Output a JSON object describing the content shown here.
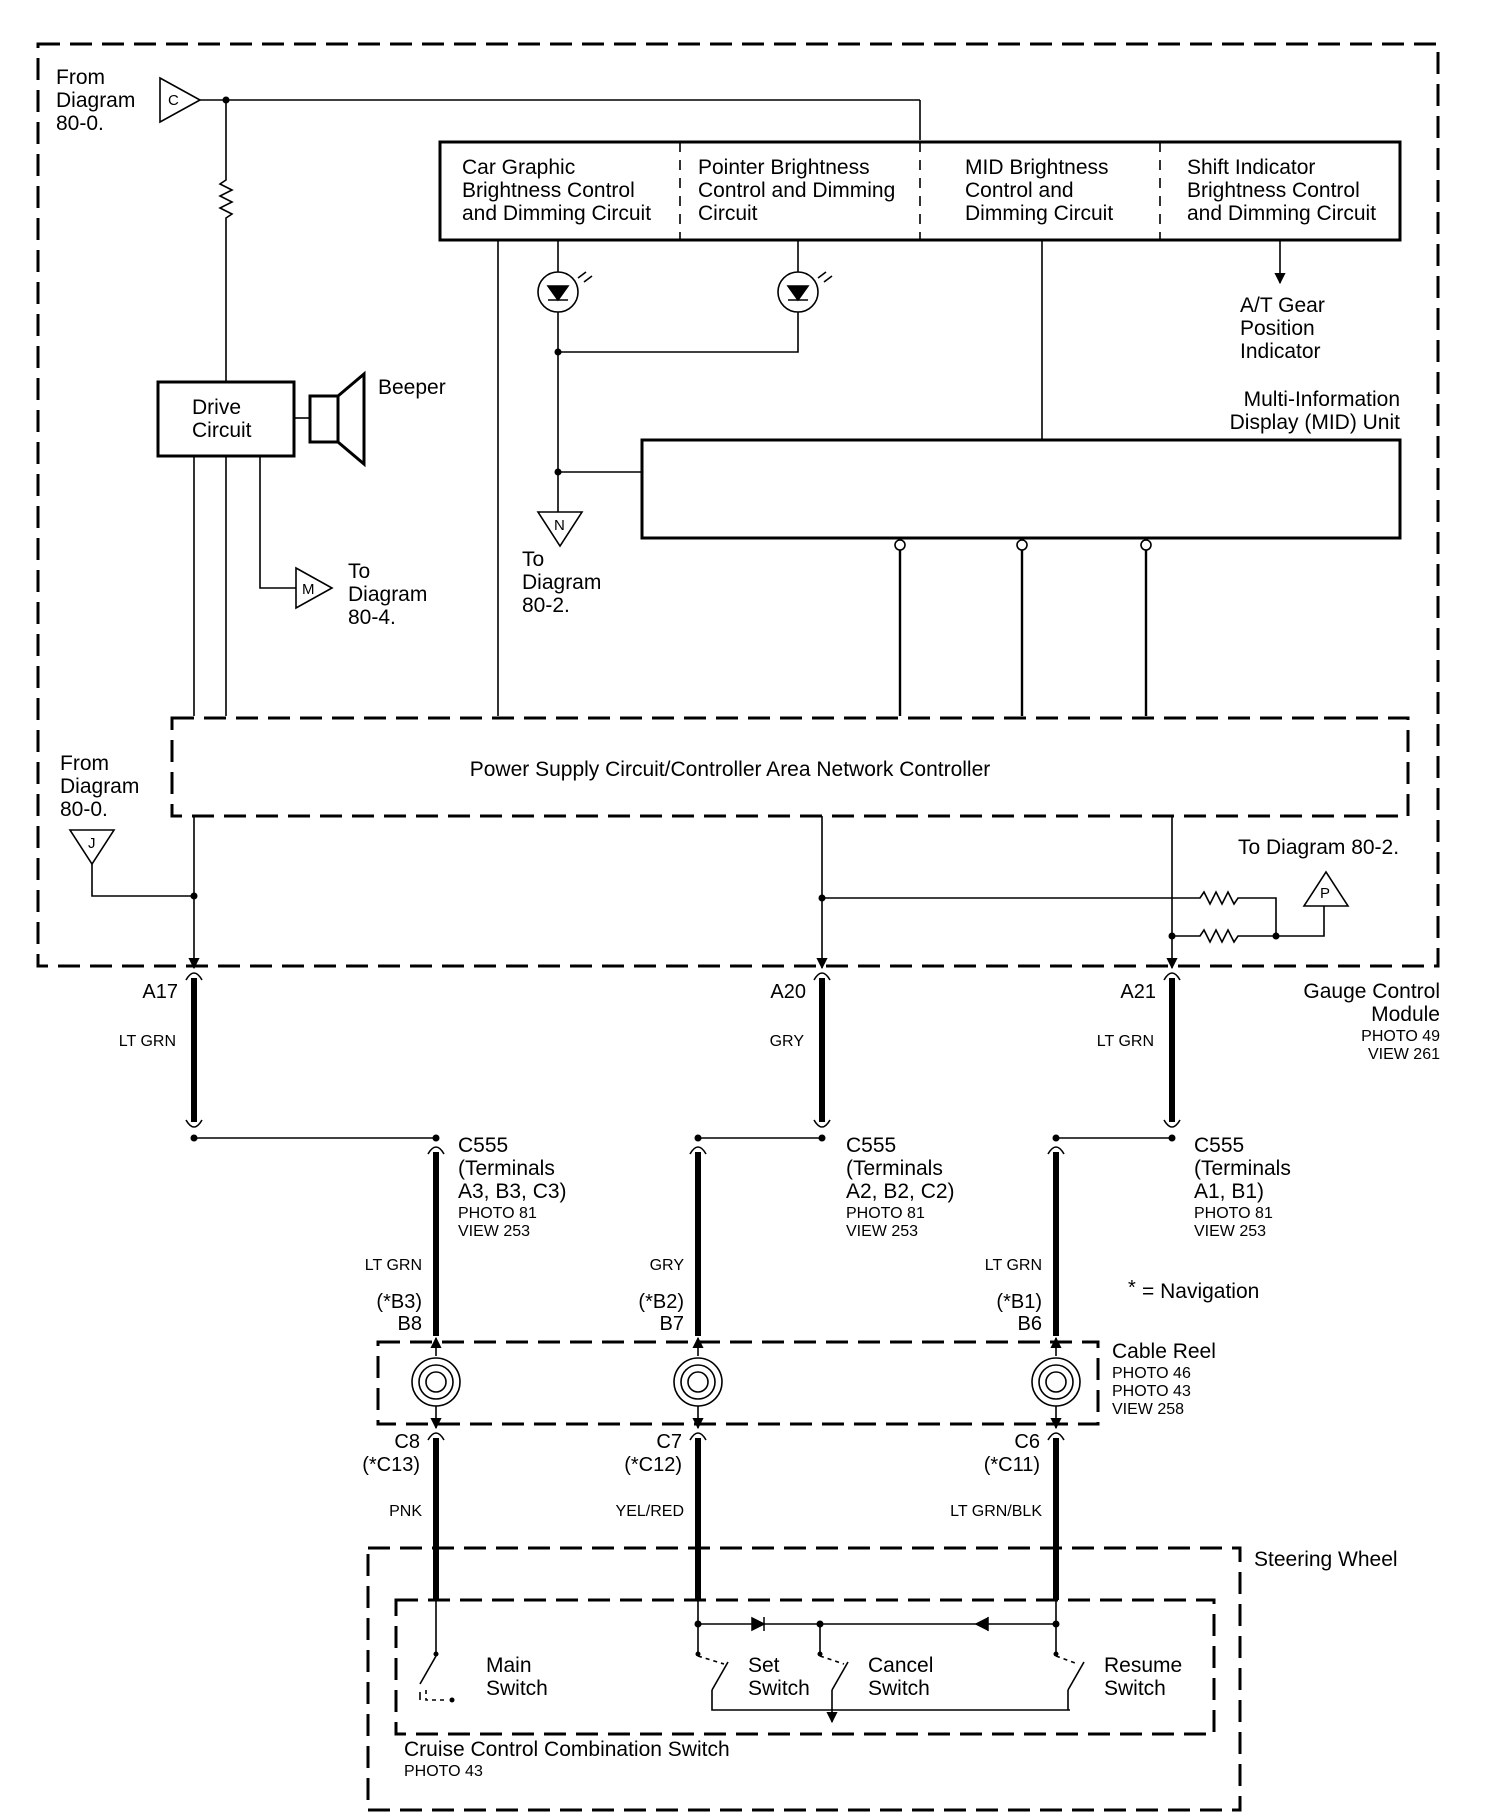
{
  "gauge_module": {
    "name": "Gauge Control Module",
    "photo": "PHOTO 49",
    "view": "VIEW 261"
  },
  "circuits": {
    "car_graphic": "Car Graphic\nBrightness Control\nand Dimming Circuit",
    "pointer": "Pointer Brightness\nControl and Dimming\nCircuit",
    "mid_brightness": "MID Brightness\nControl and\nDimming Circuit",
    "shift_indicator": "Shift Indicator\nBrightness Control\nand Dimming Circuit"
  },
  "at_gear": "A/T Gear\nPosition\nIndicator",
  "mid_unit": "Multi-Information\nDisplay (MID) Unit",
  "drive_circuit": "Drive\nCircuit",
  "beeper": "Beeper",
  "power_supply": "Power Supply Circuit/Controller Area Network Controller",
  "from_diagram_c": "From\nDiagram\n80-0.",
  "from_diagram_j": "From\nDiagram\n80-0.",
  "to_diagram_m": "To\nDiagram\n80-4.",
  "to_diagram_n": "To\nDiagram\n80-2.",
  "to_diagram_p": "To Diagram 80-2.",
  "connectors": {
    "c": "C",
    "j": "J",
    "m": "M",
    "n": "N",
    "p": "P"
  },
  "terminals": {
    "a17": "A17",
    "a20": "A20",
    "a21": "A21",
    "b8": "B8",
    "b7": "B7",
    "b6": "B6",
    "b8_nav": "(*B3)",
    "b7_nav": "(*B2)",
    "b6_nav": "(*B1)",
    "c8": "C8",
    "c7": "C7",
    "c6": "C6",
    "c8_nav": "(*C13)",
    "c7_nav": "(*C12)",
    "c6_nav": "(*C11)"
  },
  "wire_colors": {
    "a17": "LT GRN",
    "a20": "GRY",
    "a21": "LT GRN",
    "b8": "LT GRN",
    "b7": "GRY",
    "b6": "LT GRN",
    "c8": "PNK",
    "c7": "YEL/RED",
    "c6": "LT GRN/BLK"
  },
  "c555": {
    "left": "C555\n(Terminals\nA3, B3, C3)",
    "mid": "C555\n(Terminals\nA2, B2, C2)",
    "right": "C555\n(Terminals\nA1, B1)",
    "photo": "PHOTO 81",
    "view": "VIEW 253"
  },
  "navigation_note": "= Navigation",
  "navigation_star": "*",
  "cable_reel": {
    "name": "Cable Reel",
    "photo1": "PHOTO 46",
    "photo2": "PHOTO 43",
    "view": "VIEW 258"
  },
  "steering_wheel": "Steering Wheel",
  "switches": {
    "main": "Main\nSwitch",
    "set": "Set\nSwitch",
    "cancel": "Cancel\nSwitch",
    "resume": "Resume\nSwitch"
  },
  "cruise_switch": {
    "name": "Cruise Control Combination Switch",
    "photo": "PHOTO 43"
  }
}
